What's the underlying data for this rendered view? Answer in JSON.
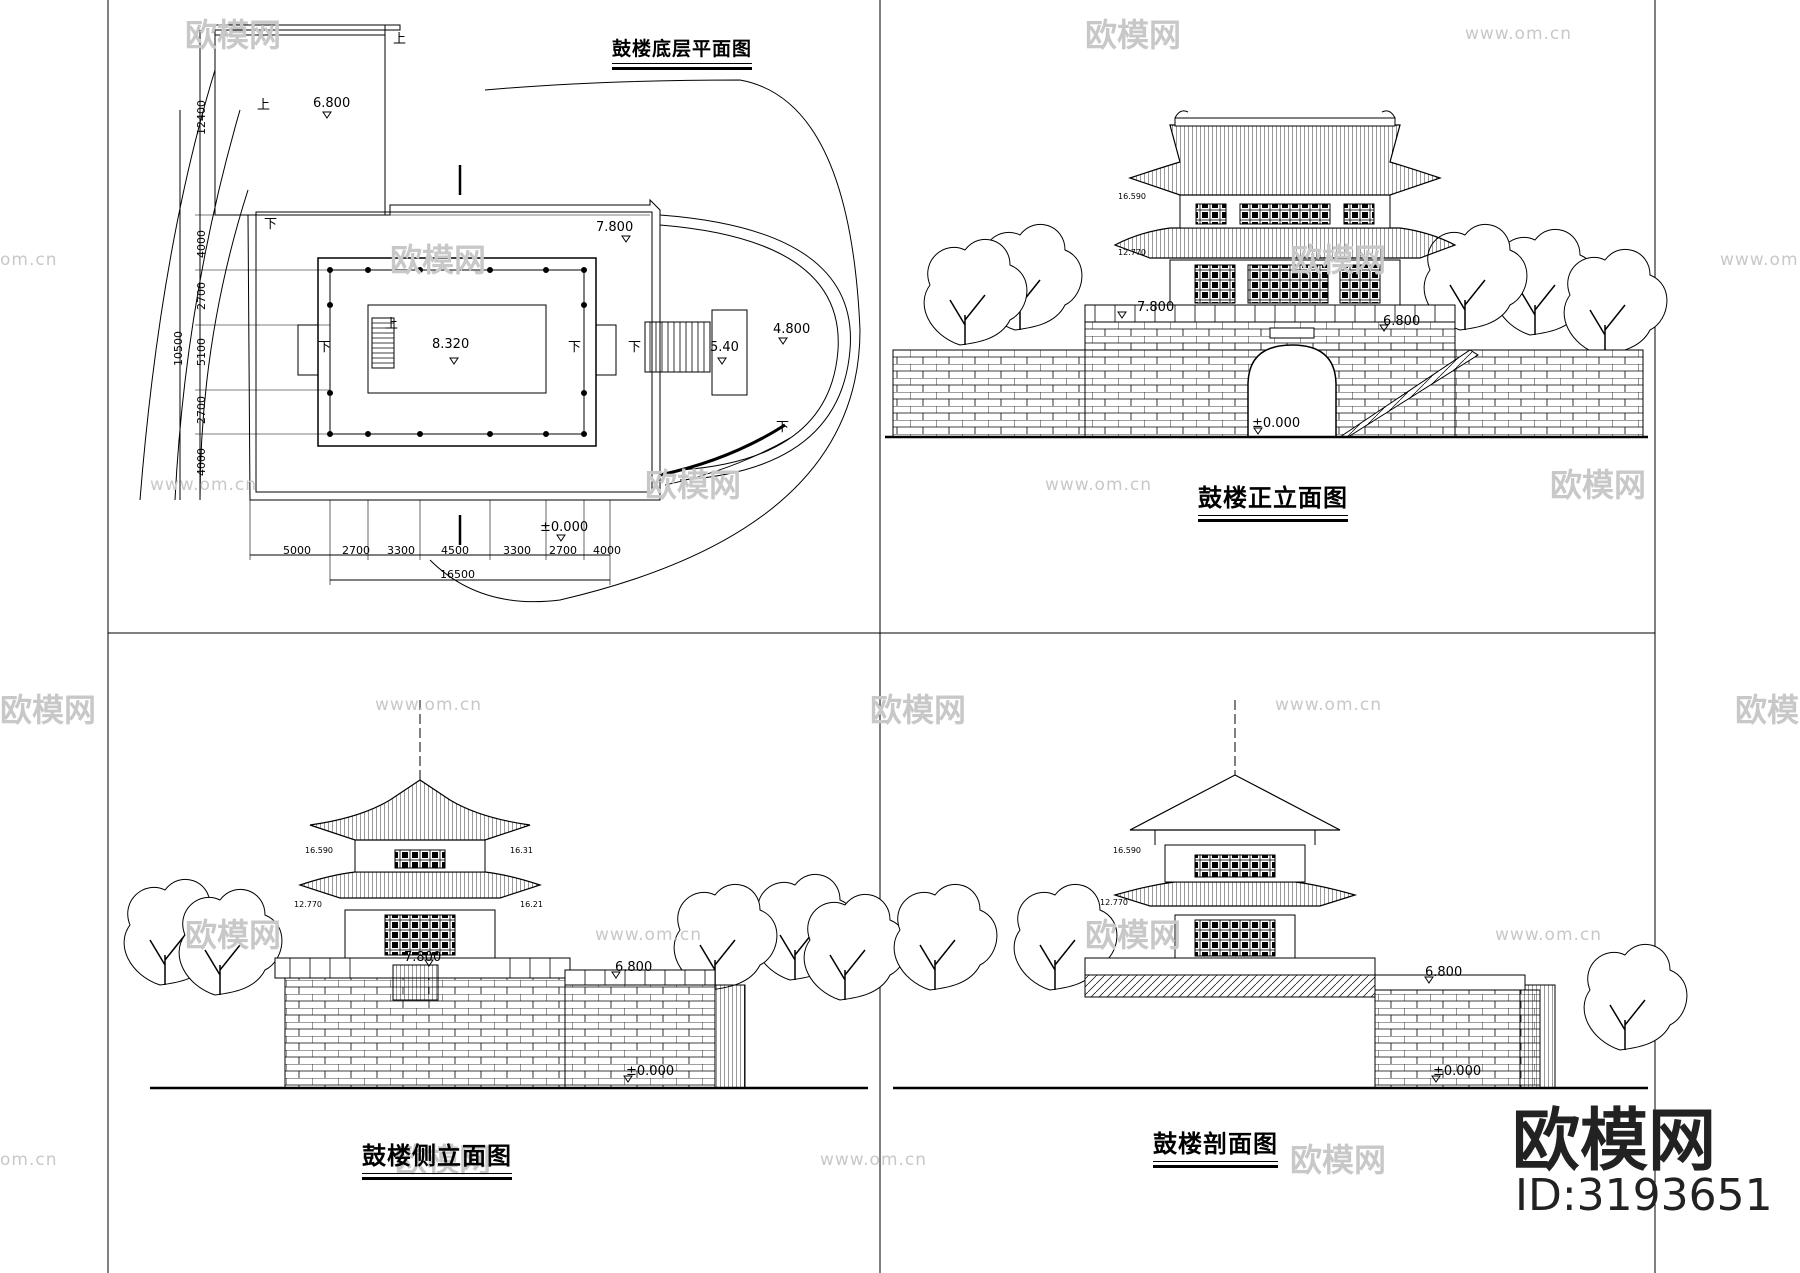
{
  "drawing_sheets": {
    "floor_plan": {
      "title": "鼓楼底层平面图",
      "elevations": [
        "6.800",
        "7.800",
        "8.320",
        "4.800",
        "5.40",
        "±0.000"
      ],
      "stair_labels": [
        "上",
        "上",
        "下",
        "下",
        "下",
        "下",
        "下",
        "上"
      ],
      "bottom_dims": [
        "5000",
        "2700",
        "3300",
        "4500",
        "3300",
        "2700",
        "4000"
      ],
      "overall_dim": "16500",
      "side_dims": [
        "12400",
        "4000",
        "2700",
        "5100",
        "2700",
        "4000"
      ],
      "side_total": "10500"
    },
    "front_elevation": {
      "title": "鼓楼正立面图",
      "elevations": [
        "7.800",
        "6.800",
        "±0.000"
      ],
      "small_marks": [
        "16.590",
        "12.770"
      ]
    },
    "side_elevation": {
      "title": "鼓楼侧立面图",
      "elevations": [
        "7.800",
        "6.800",
        "±0.000"
      ],
      "small_marks": [
        "16.590",
        "12.770",
        "16.31",
        "16.21"
      ]
    },
    "section": {
      "title": "鼓楼剖面图",
      "elevations": [
        "6.800",
        "±0.000"
      ],
      "small_marks": [
        "16.590",
        "12.770"
      ]
    }
  },
  "watermark": {
    "logo_text": "欧模网",
    "url_text": "www.om.cn",
    "url_short": "om.cn"
  },
  "brand": {
    "name": "欧模网",
    "id": "ID:3193651"
  }
}
